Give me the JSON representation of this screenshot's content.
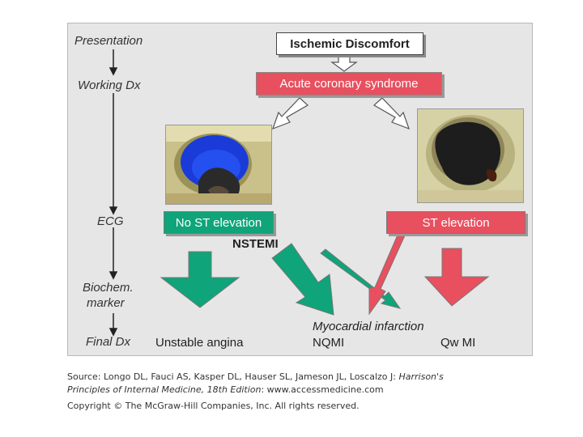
{
  "stages": {
    "presentation": "Presentation",
    "working_dx": "Working Dx",
    "ecg": "ECG",
    "biochem_line1": "Biochem.",
    "biochem_line2": "marker",
    "final_dx": "Final Dx"
  },
  "boxes": {
    "ischemic": "Ischemic Discomfort",
    "acs": "Acute coronary syndrome",
    "no_st": "No ST elevation",
    "st": "ST elevation",
    "nstemi": "NSTEMI"
  },
  "outcomes": {
    "unstable_angina": "Unstable angina",
    "nqmi": "NQMI",
    "myocardial_infarction": "Myocardial infarction",
    "qw_mi": "Qw MI"
  },
  "caption": {
    "source_prefix": "Source: Longo DL, Fauci AS, Kasper DL, Hauser SL, Jameson JL, Loscalzo J:",
    "book_title_1": "Harrison's",
    "book_title_2": "Principles of Internal Medicine, 18th Edition",
    "source_suffix": ": www.accessmedicine.com",
    "copyright": "Copyright © The McGraw-Hill Companies, Inc. All rights reserved."
  },
  "colors": {
    "green": "#0fa479",
    "red": "#e8505f",
    "panel": "#e6e6e6"
  }
}
